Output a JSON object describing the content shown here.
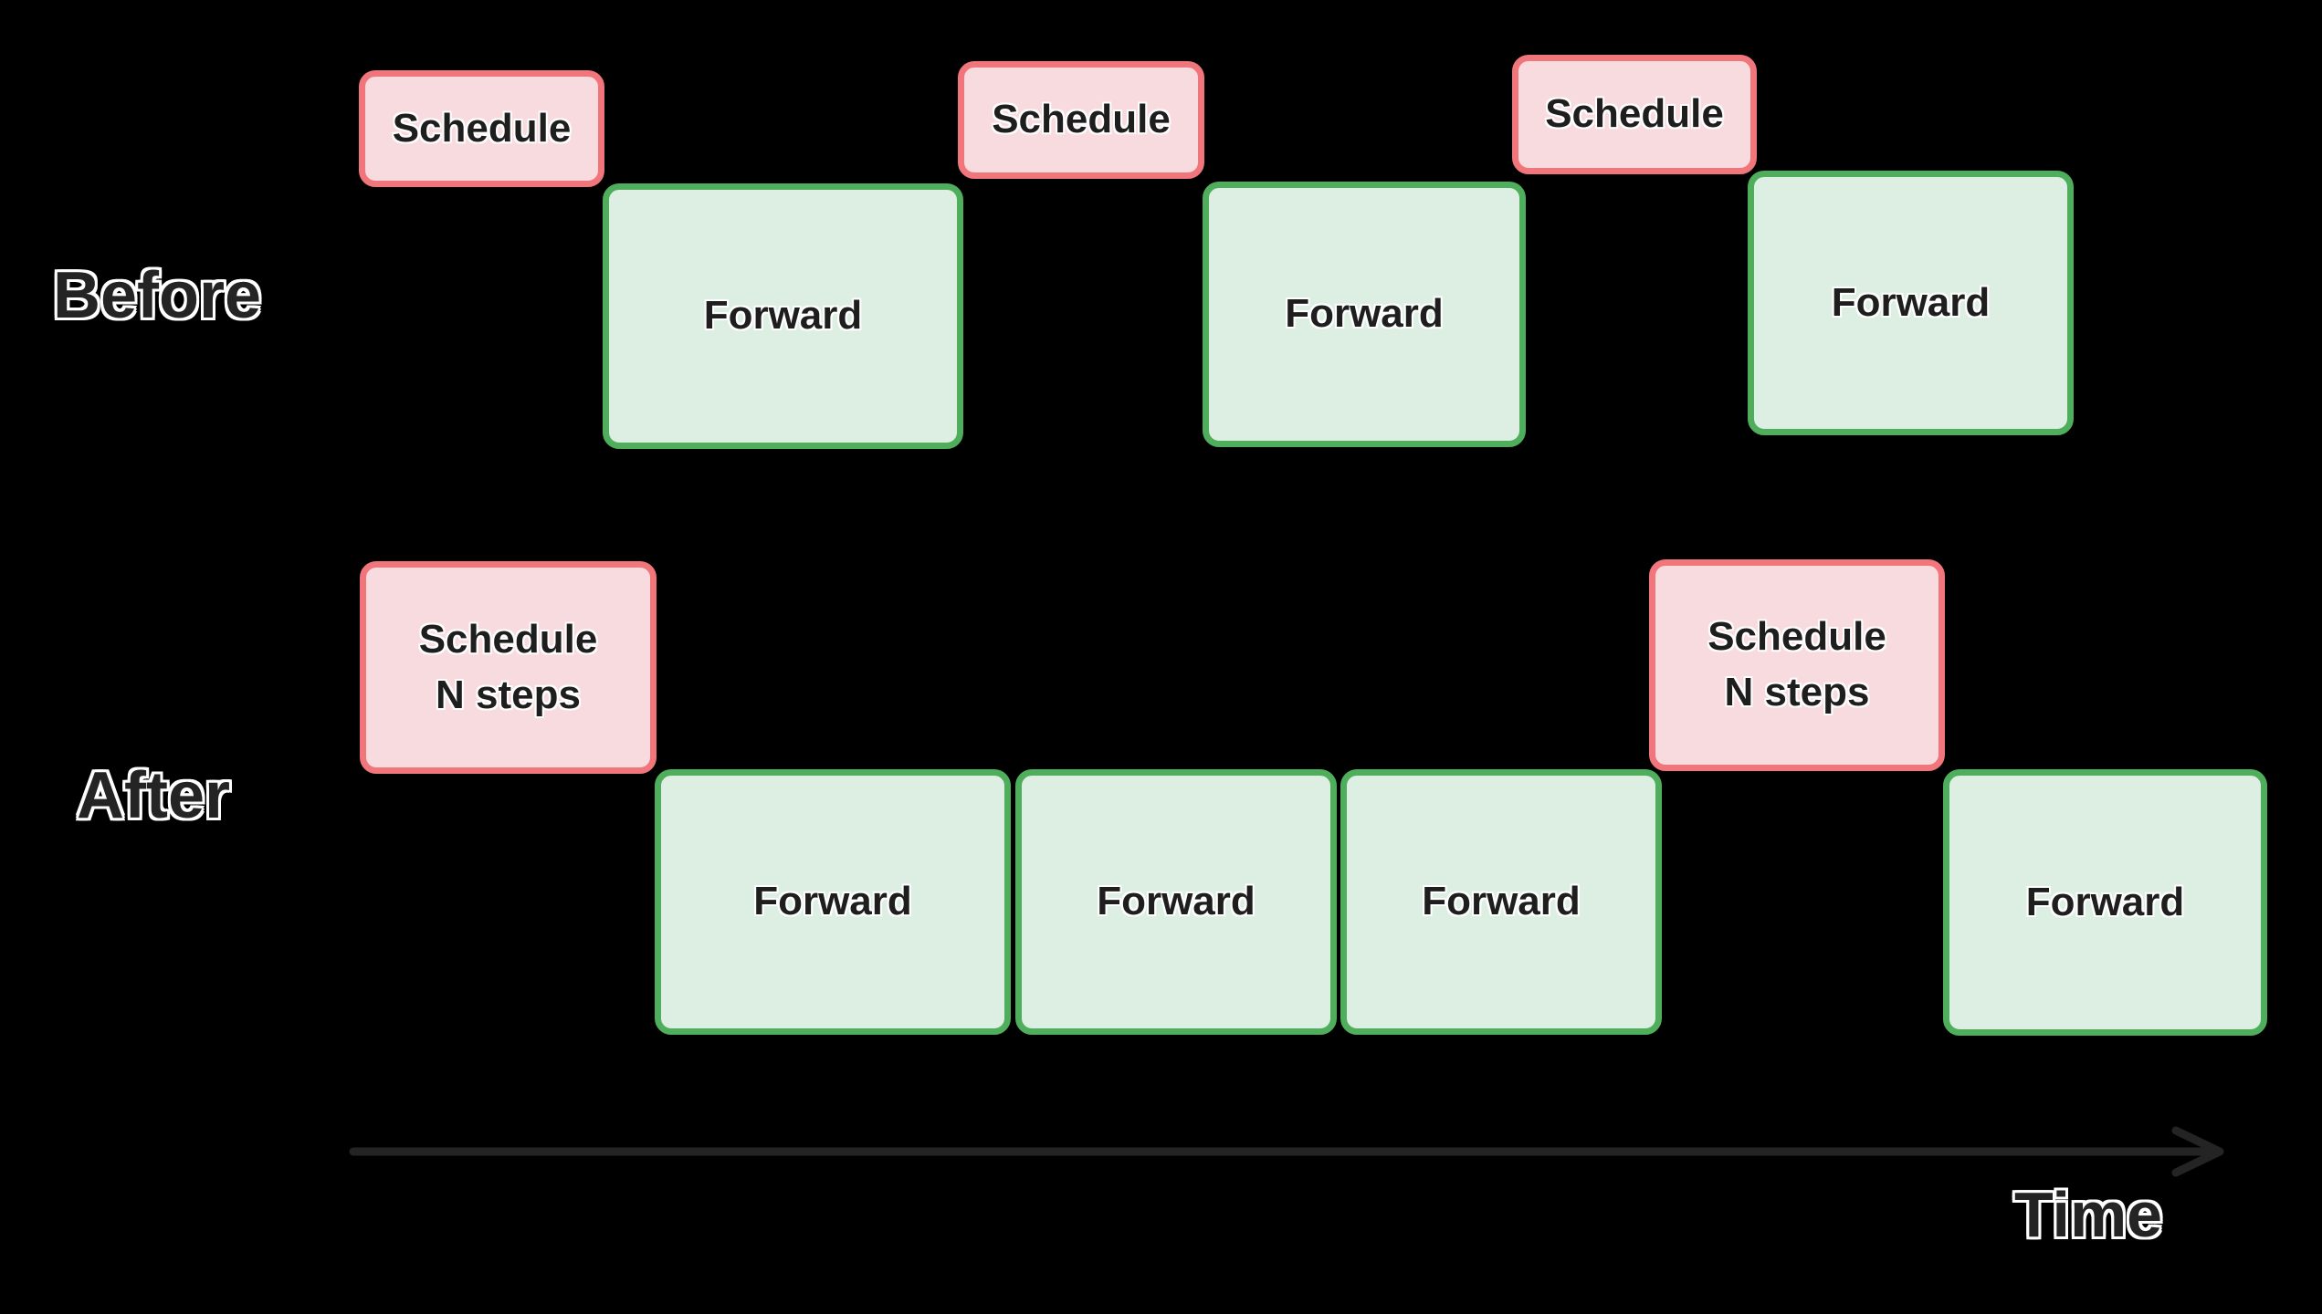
{
  "diagram": {
    "before": {
      "label": "Before",
      "boxes": [
        {
          "kind": "schedule",
          "label": "Schedule"
        },
        {
          "kind": "forward",
          "label": "Forward"
        },
        {
          "kind": "schedule",
          "label": "Schedule"
        },
        {
          "kind": "forward",
          "label": "Forward"
        },
        {
          "kind": "schedule",
          "label": "Schedule"
        },
        {
          "kind": "forward",
          "label": "Forward"
        }
      ]
    },
    "after": {
      "label": "After",
      "boxes": [
        {
          "kind": "schedule",
          "label": "Schedule",
          "sublabel": "N steps"
        },
        {
          "kind": "forward",
          "label": "Forward"
        },
        {
          "kind": "forward",
          "label": "Forward"
        },
        {
          "kind": "forward",
          "label": "Forward"
        },
        {
          "kind": "schedule",
          "label": "Schedule",
          "sublabel": "N steps"
        },
        {
          "kind": "forward",
          "label": "Forward"
        }
      ]
    },
    "axis": {
      "label": "Time"
    },
    "colors": {
      "background": "#000000",
      "schedule_fill": "#f8dbde",
      "schedule_border": "#f1767c",
      "forward_fill": "#ddefe2",
      "forward_border": "#4fae5b",
      "box_text": "#1e1e1e",
      "label_text": "#242424",
      "label_outline": "#ffffff",
      "arrow": "#242424"
    }
  }
}
